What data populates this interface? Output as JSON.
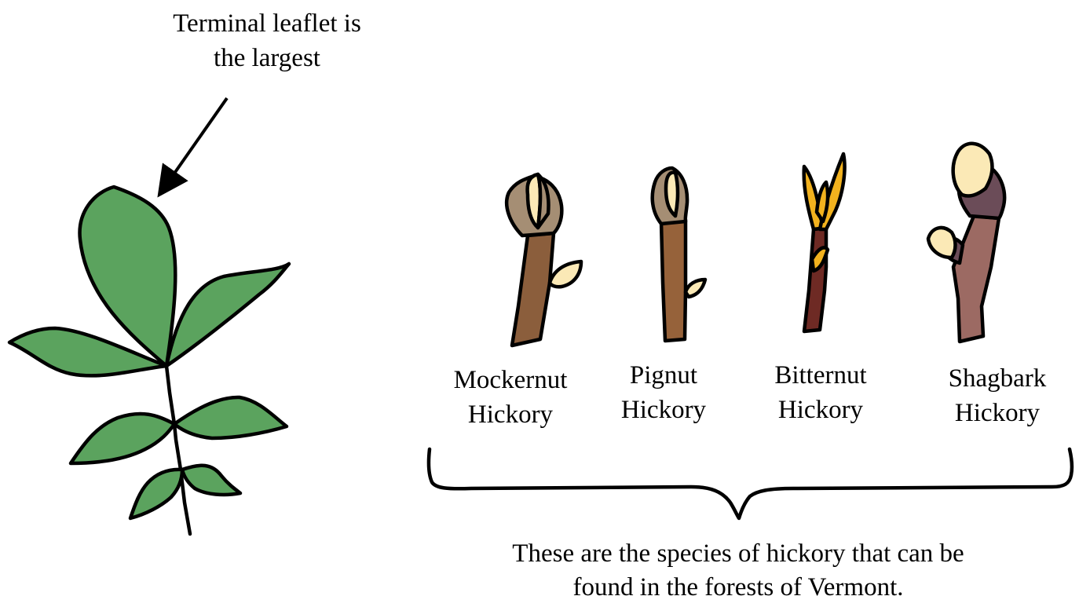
{
  "annotation": {
    "line1": "Terminal leaflet is",
    "line2": "the largest"
  },
  "species": [
    {
      "line1": "Mockernut",
      "line2": "Hickory"
    },
    {
      "line1": "Pignut",
      "line2": "Hickory"
    },
    {
      "line1": "Bitternut",
      "line2": "Hickory"
    },
    {
      "line1": "Shagbark",
      "line2": "Hickory"
    }
  ],
  "caption": {
    "line1": "These are the species of hickory that can be",
    "line2": "found in the forests of Vermont."
  },
  "colors": {
    "leaf": "#5ba35e",
    "outline": "#000000",
    "mockernut_bud": "#a58e74",
    "mockernut_stem": "#8b5e3c",
    "pignut_bud": "#a58e74",
    "pignut_stem": "#96623a",
    "bitternut_bud": "#f2b21e",
    "bitternut_stem": "#6e2a24",
    "shagbark_bud_scale": "#6b4c58",
    "shagbark_stem": "#9c6a63",
    "bud_cream": "#fbe9b6"
  }
}
